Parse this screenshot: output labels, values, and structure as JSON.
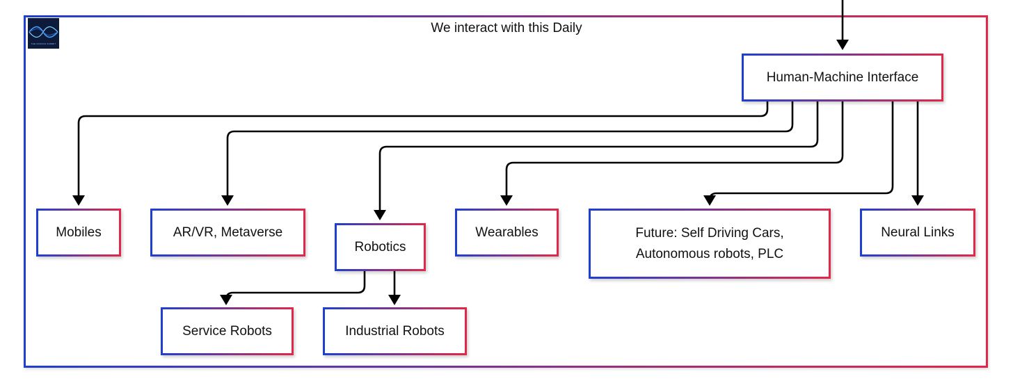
{
  "title": "We interact with this Daily",
  "logo": {
    "text": "THE CRUNCH SUMMIT"
  },
  "colors": {
    "border_start": "#1f3fcf",
    "border_end": "#e0284a",
    "connector": "#000000"
  },
  "nodes": {
    "hmi": "Human-Machine Interface",
    "mobiles": "Mobiles",
    "arvr": "AR/VR, Metaverse",
    "robotics": "Robotics",
    "wearables": "Wearables",
    "future": "Future: Self Driving Cars,\nAutonomous robots, PLC",
    "neural": "Neural Links",
    "service": "Service Robots",
    "industrial": "Industrial Robots"
  }
}
